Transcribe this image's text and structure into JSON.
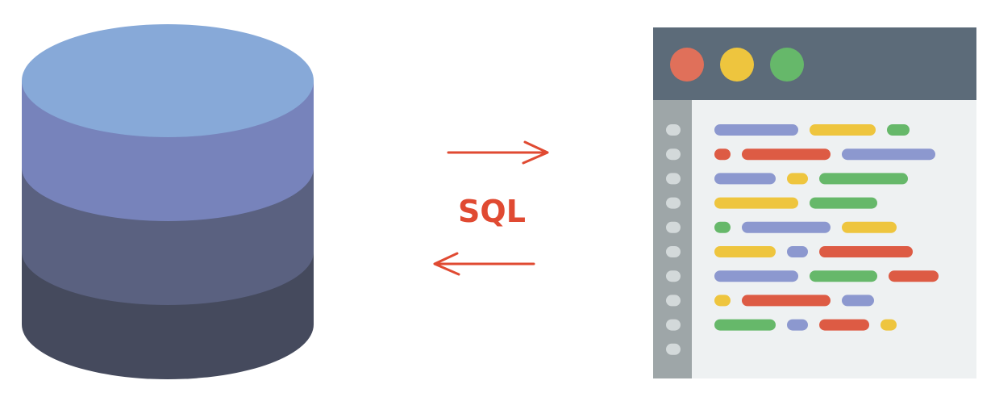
{
  "label": "SQL",
  "colors": {
    "label": "#e04a32",
    "arrow": "#e04a32",
    "db_top": "#87a9d8",
    "db_layer_1": "#7783bb",
    "db_layer_2": "#5a6180",
    "db_layer_3": "#454a5d",
    "editor_titlebar": "#5c6b79",
    "editor_gutter": "#9ea6a8",
    "editor_gutter_dot": "#d3d9da",
    "editor_body": "#eef1f2",
    "btn_close": "#e0705a",
    "btn_minimize": "#eec53e",
    "btn_maximize": "#66b86a",
    "code_blue": "#8c98cf",
    "code_yellow": "#eec53e",
    "code_green": "#66b86a",
    "code_red": "#dd5b44"
  },
  "icons": {
    "database": "database-icon",
    "editor": "code-editor-icon",
    "right_arrow": "arrow-right-icon",
    "left_arrow": "arrow-left-icon"
  },
  "code_lines": [
    [
      "blue",
      "yellow",
      "green"
    ],
    [
      "red",
      "red",
      "blue"
    ],
    [
      "blue",
      "yellow",
      "green"
    ],
    [
      "yellow",
      "green"
    ],
    [
      "green",
      "blue",
      "yellow"
    ],
    [
      "yellow",
      "blue",
      "red"
    ],
    [
      "blue",
      "green",
      "red"
    ],
    [
      "yellow",
      "red",
      "blue"
    ],
    [
      "green",
      "blue",
      "red",
      "yellow"
    ]
  ]
}
